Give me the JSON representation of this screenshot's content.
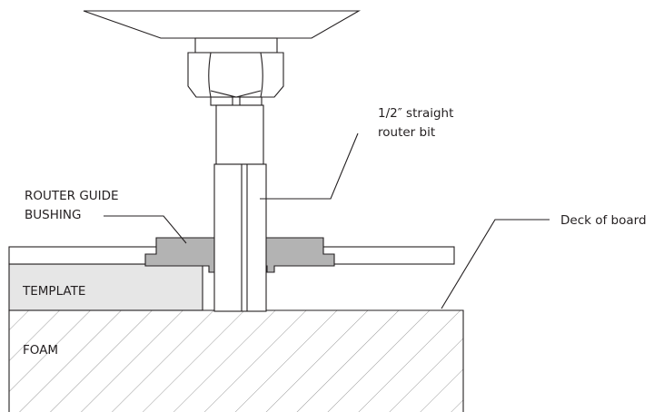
{
  "labels": {
    "router_bit": [
      "1/2″ straight",
      "router bit"
    ],
    "guide_bushing": [
      "ROUTER GUIDE",
      "BUSHING"
    ],
    "deck": "Deck of board",
    "template": "TEMPLATE",
    "foam": "FOAM"
  },
  "colors": {
    "line": "#231f20",
    "bushing": "#b3b3b3",
    "template": "#e6e6e6",
    "hatch": "#9a9a9a",
    "background": "#ffffff"
  }
}
